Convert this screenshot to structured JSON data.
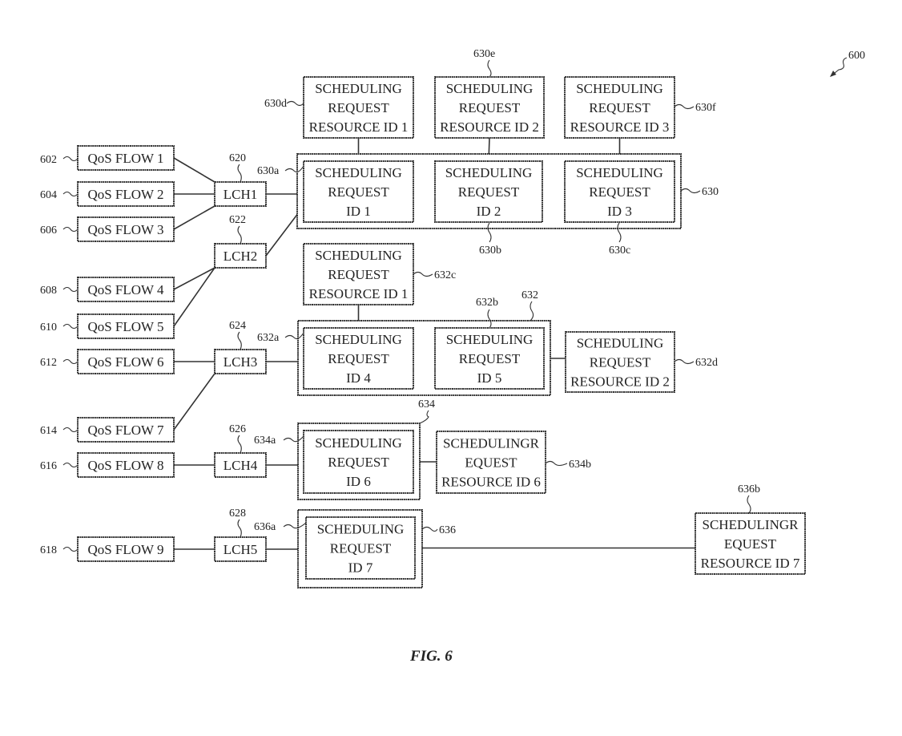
{
  "figure": {
    "caption": "FIG. 6",
    "reference": "600"
  },
  "qos_flows": [
    {
      "id": "qf1",
      "label": "QoS FLOW 1",
      "ref": "602"
    },
    {
      "id": "qf2",
      "label": "QoS FLOW 2",
      "ref": "604"
    },
    {
      "id": "qf3",
      "label": "QoS FLOW 3",
      "ref": "606"
    },
    {
      "id": "qf4",
      "label": "QoS FLOW 4",
      "ref": "608"
    },
    {
      "id": "qf5",
      "label": "QoS FLOW 5",
      "ref": "610"
    },
    {
      "id": "qf6",
      "label": "QoS FLOW 6",
      "ref": "612"
    },
    {
      "id": "qf7",
      "label": "QoS FLOW 7",
      "ref": "614"
    },
    {
      "id": "qf8",
      "label": "QoS FLOW 8",
      "ref": "616"
    },
    {
      "id": "qf9",
      "label": "QoS FLOW 9",
      "ref": "618"
    }
  ],
  "logical_channels": [
    {
      "id": "lch1",
      "label": "LCH1",
      "ref": "620"
    },
    {
      "id": "lch2",
      "label": "LCH2",
      "ref": "622"
    },
    {
      "id": "lch3",
      "label": "LCH3",
      "ref": "624"
    },
    {
      "id": "lch4",
      "label": "LCH4",
      "ref": "626"
    },
    {
      "id": "lch5",
      "label": "LCH5",
      "ref": "628"
    }
  ],
  "groups": [
    {
      "id": "g630",
      "ref": "630"
    },
    {
      "id": "g632",
      "ref": "632"
    },
    {
      "id": "g634",
      "ref": "634"
    },
    {
      "id": "g636",
      "ref": "636"
    }
  ],
  "sr_ids": [
    {
      "id": "sr1",
      "lines": [
        "SCHEDULING",
        "REQUEST",
        "ID 1"
      ],
      "ref": "630a"
    },
    {
      "id": "sr2",
      "lines": [
        "SCHEDULING",
        "REQUEST",
        "ID 2"
      ],
      "ref": "630b"
    },
    {
      "id": "sr3",
      "lines": [
        "SCHEDULING",
        "REQUEST",
        "ID 3"
      ],
      "ref": "630c"
    },
    {
      "id": "sr4",
      "lines": [
        "SCHEDULING",
        "REQUEST",
        "ID 4"
      ],
      "ref": "632a"
    },
    {
      "id": "sr5",
      "lines": [
        "SCHEDULING",
        "REQUEST",
        "ID 5"
      ],
      "ref": "632b"
    },
    {
      "id": "sr6",
      "lines": [
        "SCHEDULING",
        "REQUEST",
        "ID 6"
      ],
      "ref": "634a"
    },
    {
      "id": "sr7",
      "lines": [
        "SCHEDULING",
        "REQUEST",
        "ID 7"
      ],
      "ref": "636a"
    }
  ],
  "sr_resources": [
    {
      "id": "res630d",
      "lines": [
        "SCHEDULING",
        "REQUEST",
        "RESOURCE ID 1"
      ],
      "ref": "630d"
    },
    {
      "id": "res630e",
      "lines": [
        "SCHEDULING",
        "REQUEST",
        "RESOURCE ID 2"
      ],
      "ref": "630e"
    },
    {
      "id": "res630f",
      "lines": [
        "SCHEDULING",
        "REQUEST",
        "RESOURCE ID 3"
      ],
      "ref": "630f"
    },
    {
      "id": "res632c",
      "lines": [
        "SCHEDULING",
        "REQUEST",
        "RESOURCE ID 1"
      ],
      "ref": "632c"
    },
    {
      "id": "res632d",
      "lines": [
        "SCHEDULING",
        "REQUEST",
        "RESOURCE ID 2"
      ],
      "ref": "632d"
    },
    {
      "id": "res634b",
      "lines": [
        "SCHEDULINGR",
        "EQUEST",
        "RESOURCE ID 6"
      ],
      "ref": "634b"
    },
    {
      "id": "res636b",
      "lines": [
        "SCHEDULINGR",
        "EQUEST",
        "RESOURCE ID 7"
      ],
      "ref": "636b"
    }
  ],
  "connections": [
    [
      "qf1",
      "lch1"
    ],
    [
      "qf2",
      "lch1"
    ],
    [
      "qf3",
      "lch1"
    ],
    [
      "qf4",
      "lch2"
    ],
    [
      "qf5",
      "lch2"
    ],
    [
      "qf6",
      "lch3"
    ],
    [
      "qf7",
      "lch3"
    ],
    [
      "qf8",
      "lch4"
    ],
    [
      "qf9",
      "lch5"
    ],
    [
      "lch1",
      "sr1"
    ],
    [
      "lch2",
      "sr1"
    ],
    [
      "lch3",
      "sr4"
    ],
    [
      "lch4",
      "sr6"
    ],
    [
      "lch5",
      "sr7"
    ],
    [
      "sr1",
      "sr2"
    ],
    [
      "sr2",
      "sr3"
    ],
    [
      "sr4",
      "sr5"
    ],
    [
      "res630d",
      "sr1"
    ],
    [
      "res630e",
      "sr2"
    ],
    [
      "res630f",
      "sr3"
    ],
    [
      "res632c",
      "sr4"
    ],
    [
      "sr5",
      "res632d"
    ],
    [
      "sr6",
      "res634b"
    ],
    [
      "sr7",
      "res636b"
    ]
  ]
}
